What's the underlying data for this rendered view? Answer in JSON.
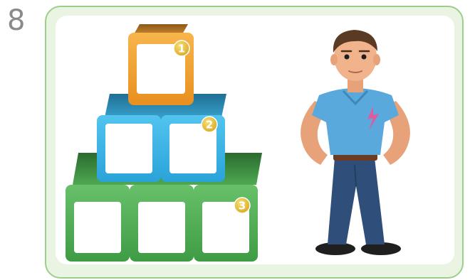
{
  "exercise": {
    "number": "8"
  },
  "pyramid": {
    "rows": [
      {
        "label": "1",
        "boxes": 1,
        "color": "orange"
      },
      {
        "label": "2",
        "boxes": 2,
        "color": "blue"
      },
      {
        "label": "3",
        "boxes": 3,
        "color": "green"
      }
    ]
  },
  "colors": {
    "frame_border": "#9ccf8c",
    "frame_fill": "#e9f4e2",
    "orange": "#f2a33a",
    "blue": "#39b4e6",
    "green": "#4caf50",
    "badge": "#e8c23a",
    "shirt": "#5aa9dd",
    "jeans": "#2f4f7a"
  },
  "icons": {
    "person": "man-character-icon"
  }
}
